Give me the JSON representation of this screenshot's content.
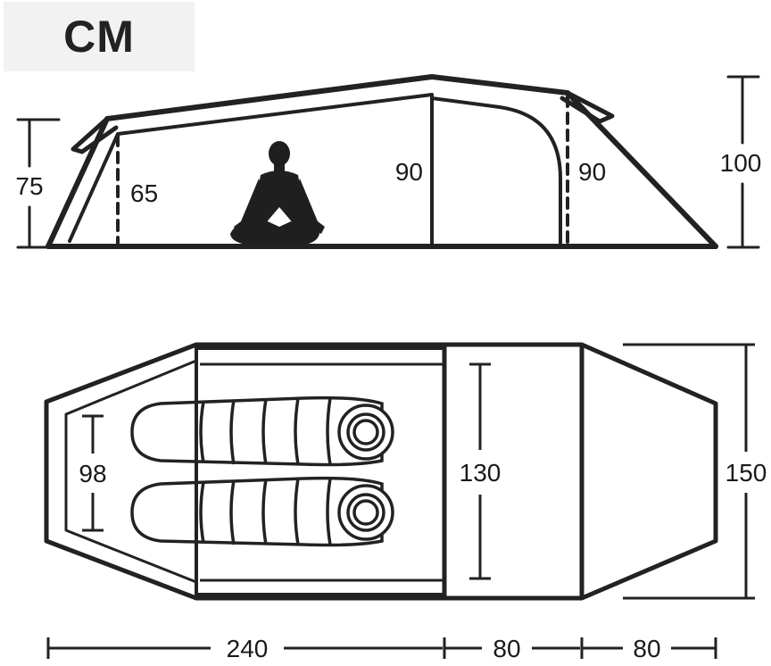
{
  "unit": "CM",
  "side_view": {
    "outer_height": "75",
    "inner_front_height": "65",
    "inner_peak_height": "90",
    "vestibule_height": "90",
    "total_height": "100"
  },
  "top_view": {
    "sleeping_width": "98",
    "vestibule_width": "130",
    "outer_width": "150",
    "inner_length": "240",
    "vestibule_length": "80",
    "fly_length": "80"
  },
  "colors": {
    "outline": "#222222",
    "label_bg": "#f2f2f2"
  }
}
